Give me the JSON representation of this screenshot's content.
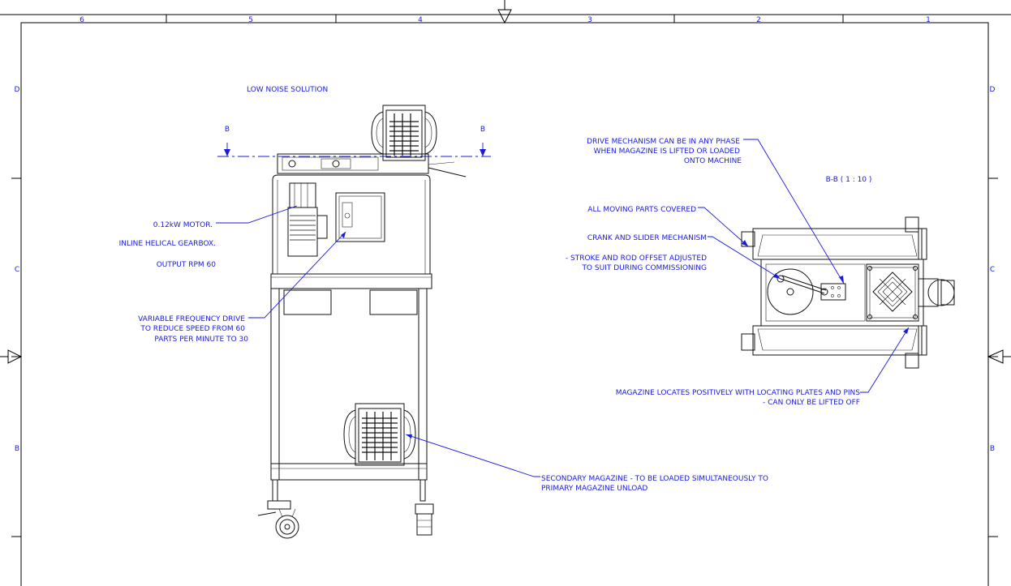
{
  "zones": {
    "top": [
      "6",
      "5",
      "4",
      "3",
      "2",
      "1"
    ],
    "left": [
      "D",
      "C",
      "B"
    ],
    "right": [
      "D",
      "C",
      "B"
    ]
  },
  "section": {
    "marker_left": "B",
    "marker_right": "B",
    "label": "B-B ( 1 : 10 )"
  },
  "notes": {
    "low_noise": "LOW NOISE SOLUTION",
    "motor": "0.12kW MOTOR.",
    "gearbox": "INLINE HELICAL GEARBOX.",
    "rpm": "OUTPUT RPM 60",
    "vfd": [
      "VARIABLE FREQUENCY DRIVE",
      "TO REDUCE SPEED FROM 60",
      "PARTS PER MINUTE TO 30"
    ],
    "drive_phase": [
      "DRIVE MECHANISM CAN BE IN ANY PHASE",
      "WHEN MAGAZINE IS LIFTED OR LOADED",
      "ONTO MACHINE"
    ],
    "moving_parts": "ALL MOVING PARTS COVERED",
    "crank": "CRANK AND SLIDER MECHANISM",
    "stroke": [
      "- STROKE AND ROD OFFSET ADJUSTED",
      "TO SUIT DURING COMMISSIONING"
    ],
    "magazine_locates": [
      "MAGAZINE LOCATES POSITIVELY WITH LOCATING PLATES AND PINS",
      "- CAN ONLY BE LIFTED OFF"
    ],
    "secondary": [
      "SECONDARY MAGAZINE - TO BE LOADED SIMULTANEOUSLY TO",
      "PRIMARY MAGAZINE UNLOAD"
    ]
  },
  "colors": {
    "annotation": "#1a1adc",
    "linework": "#111111"
  }
}
